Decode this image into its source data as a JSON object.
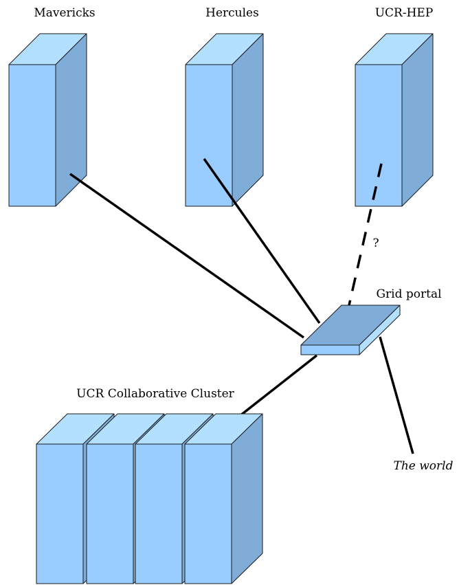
{
  "diagram": {
    "labels": {
      "mavericks": "Mavericks",
      "hercules": "Hercules",
      "ucr_hep": "UCR-HEP",
      "question_mark": "?",
      "grid_portal": "Grid portal",
      "cluster": "UCR Collaborative Cluster",
      "world": "The world"
    },
    "colors": {
      "front": "#99ccff",
      "top": "#b3e0ff",
      "side": "#80acd8",
      "portal_top": "#80acd8",
      "portal_front": "#99ccff",
      "portal_side": "#b3e0ff",
      "line": "#000000"
    }
  }
}
